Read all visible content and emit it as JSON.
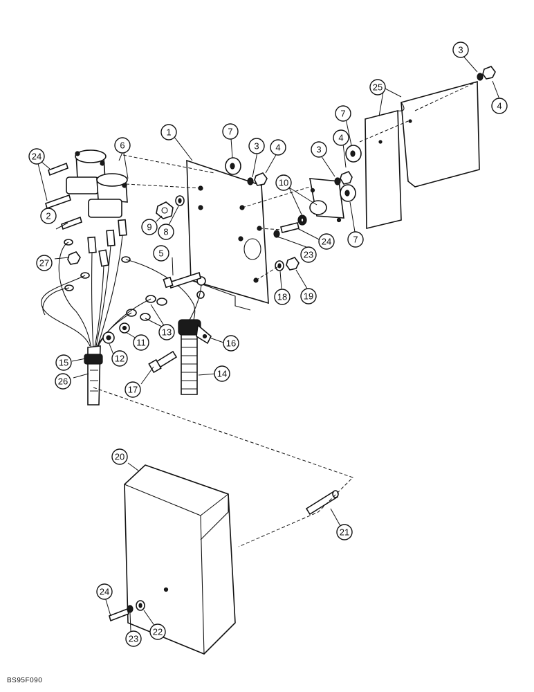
{
  "figure_code": "BS95F090",
  "callouts": {
    "c1": "1",
    "c2": "2",
    "c3a": "3",
    "c3b": "3",
    "c3c": "3",
    "c4a": "4",
    "c4b": "4",
    "c4c": "4",
    "c5": "5",
    "c6": "6",
    "c7a": "7",
    "c7b": "7",
    "c7c": "7",
    "c8": "8",
    "c9": "9",
    "c10": "10",
    "c11": "11",
    "c12": "12",
    "c13": "13",
    "c14": "14",
    "c15": "15",
    "c16": "16",
    "c17": "17",
    "c18": "18",
    "c19": "19",
    "c20": "20",
    "c21": "21",
    "c22": "22",
    "c23a": "23",
    "c23b": "23",
    "c24a": "24",
    "c24b": "24",
    "c24c": "24",
    "c25": "25",
    "c26": "26",
    "c27": "27"
  }
}
